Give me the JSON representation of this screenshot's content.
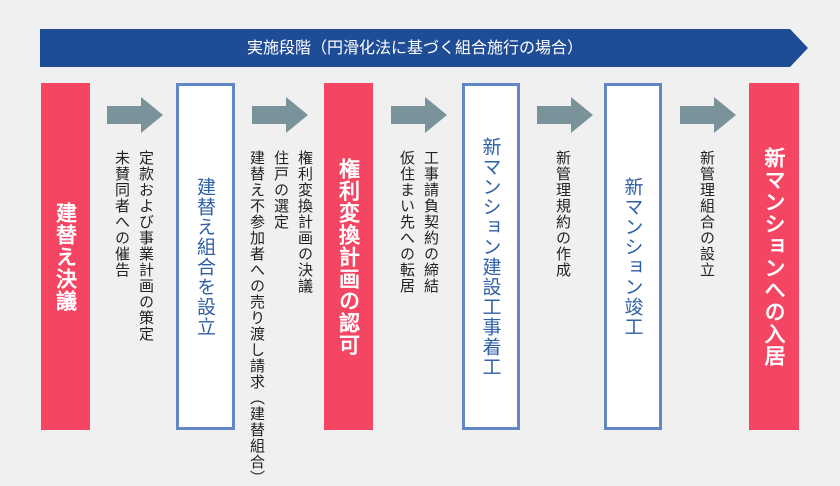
{
  "banner": {
    "title": "実施段階（円滑化法に基づく組合施行の場合）"
  },
  "steps": [
    {
      "label": "建替え決議",
      "style": "red"
    },
    {
      "label": "建替え組合を設立",
      "style": "outline"
    },
    {
      "label": "権利変換計画の認可",
      "style": "red"
    },
    {
      "label": "新マンション建設工事着工",
      "style": "outline"
    },
    {
      "label": "新マンション竣工",
      "style": "outline"
    },
    {
      "label": "新マンションへの入居",
      "style": "red"
    }
  ],
  "descriptions": [
    {
      "lines": [
        "定款および事業計画の策定",
        "未賛同者への催告"
      ]
    },
    {
      "lines": [
        "権利変換計画の決議",
        "住戸の選定",
        "建替え不参加者への売り渡し請求（建替組合）"
      ]
    },
    {
      "lines": [
        "工事請負契約の締結",
        "仮住まい先への転居"
      ]
    },
    {
      "lines": [
        "新管理規約の作成"
      ]
    },
    {
      "lines": [
        "新管理組合の設立"
      ]
    }
  ],
  "colors": {
    "banner": "#1f4c96",
    "red": "#f44563",
    "outline": "#6187c4",
    "arrow": "#7a939b",
    "background": "#f0f0f0"
  }
}
